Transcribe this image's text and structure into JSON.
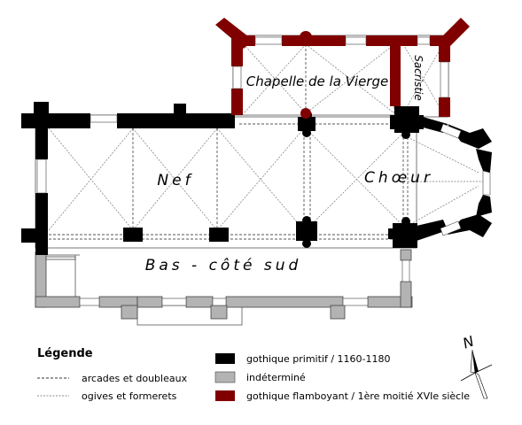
{
  "labels": {
    "chapelle": "Chapelle de la Vierge",
    "sacristie": "Sacristie",
    "nef": "Nef",
    "choeur": "Chœur",
    "bas_cote": "Bas - côté sud"
  },
  "legend": {
    "title": "Légende",
    "arcades": "arcades et doubleaux",
    "ogives": "ogives et formerets",
    "primitif": "gothique primitif / 1160-1180",
    "indetermine": "indéterminé",
    "flamboyant": "gothique flamboyant / 1ère moitié XVIe siècle"
  },
  "north": "N",
  "colors": {
    "primitif": "#000000",
    "indetermine": "#b3b3b3",
    "flamboyant": "#800000"
  }
}
